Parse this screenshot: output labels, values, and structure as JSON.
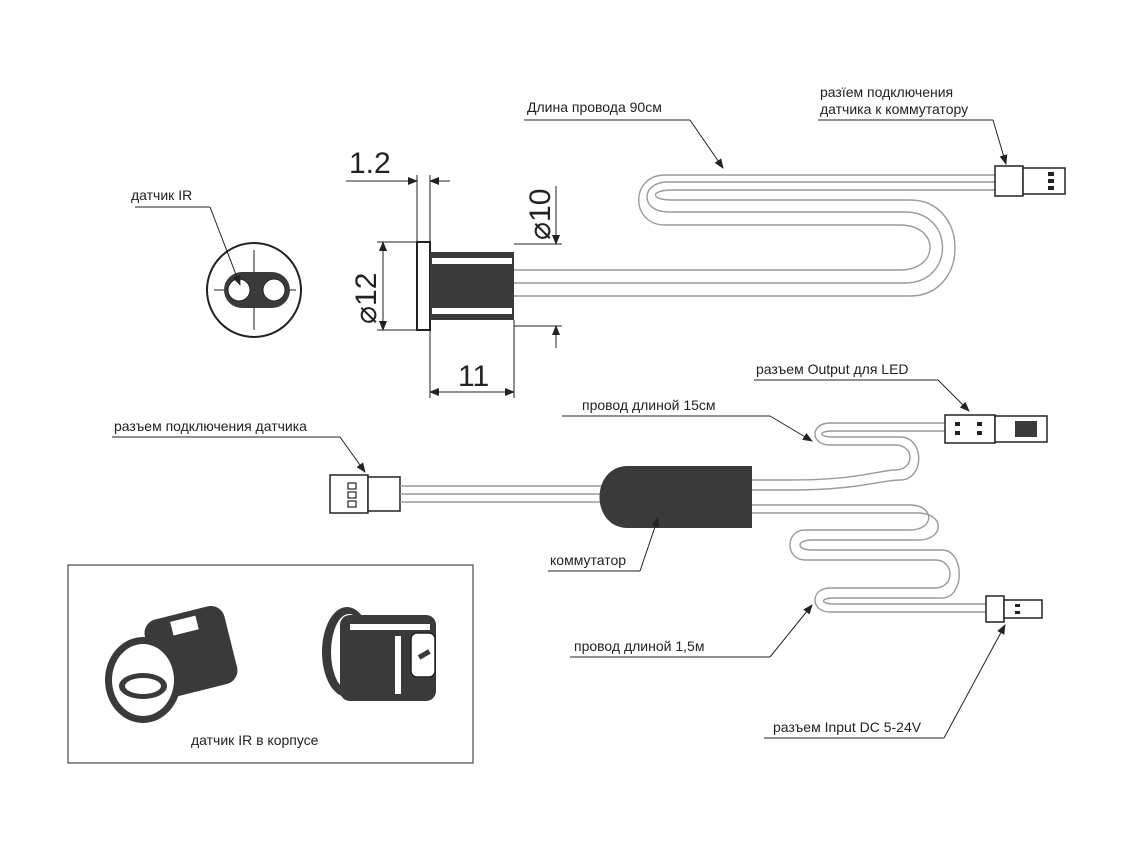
{
  "colors": {
    "outline": "#222222",
    "wire": "#9a9a9a",
    "part_dark": "#3a3a3a",
    "part_fill": "#ffffff"
  },
  "sensor_face": {
    "label": "датчик IR"
  },
  "dimensions": {
    "flange_thickness": "1.2",
    "body_diameter": "⌀10",
    "flange_diameter": "⌀12",
    "body_length": "11"
  },
  "sensor_wire": {
    "wire_length_label": "Длина провода 90см",
    "connector_label_line1": "разїем подключения",
    "connector_label_line2": "датчика к коммутатору"
  },
  "switch_unit": {
    "sensor_connector_label": "разъем подключения датчика",
    "switch_label": "коммутатор",
    "short_wire_label": "провод длиной 15см",
    "output_connector_label": "разъем Output для LED",
    "long_wire_label": "провод длиной 1,5м",
    "input_connector_label": "разъем Input DC 5-24V"
  },
  "housing_box": {
    "caption": "датчик IR в корпусе"
  }
}
